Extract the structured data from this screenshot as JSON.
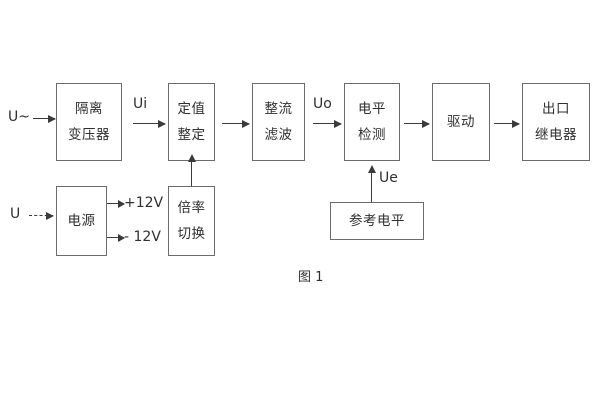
{
  "figure": {
    "caption": "图 1",
    "background_color": "#ffffff",
    "box_border_color": "#6b6b6b",
    "line_color": "#3a3a3a",
    "text_color": "#2f2f2f"
  },
  "blocks": {
    "isolation_transformer": {
      "line1": "隔离",
      "line2": "变压器"
    },
    "setting_value": {
      "line1": "定值",
      "line2": "整定"
    },
    "rectify_filter": {
      "line1": "整流",
      "line2": "滤波"
    },
    "level_detect": {
      "line1": "电平",
      "line2": "检测"
    },
    "drive": {
      "line1": "驱动"
    },
    "output_relay": {
      "line1": "出口",
      "line2": "继电器"
    },
    "power_supply": {
      "line1": "电源"
    },
    "ratio_switch": {
      "line1": "倍率",
      "line2": "切换"
    },
    "reference_level": {
      "line1": "参考电平"
    }
  },
  "labels": {
    "input_ac": "U~",
    "input_dc": "U",
    "signal_ui": "Ui",
    "signal_uo": "Uo",
    "signal_ue": "Ue",
    "supply_positive": "+12V",
    "supply_negative": "- 12V"
  }
}
